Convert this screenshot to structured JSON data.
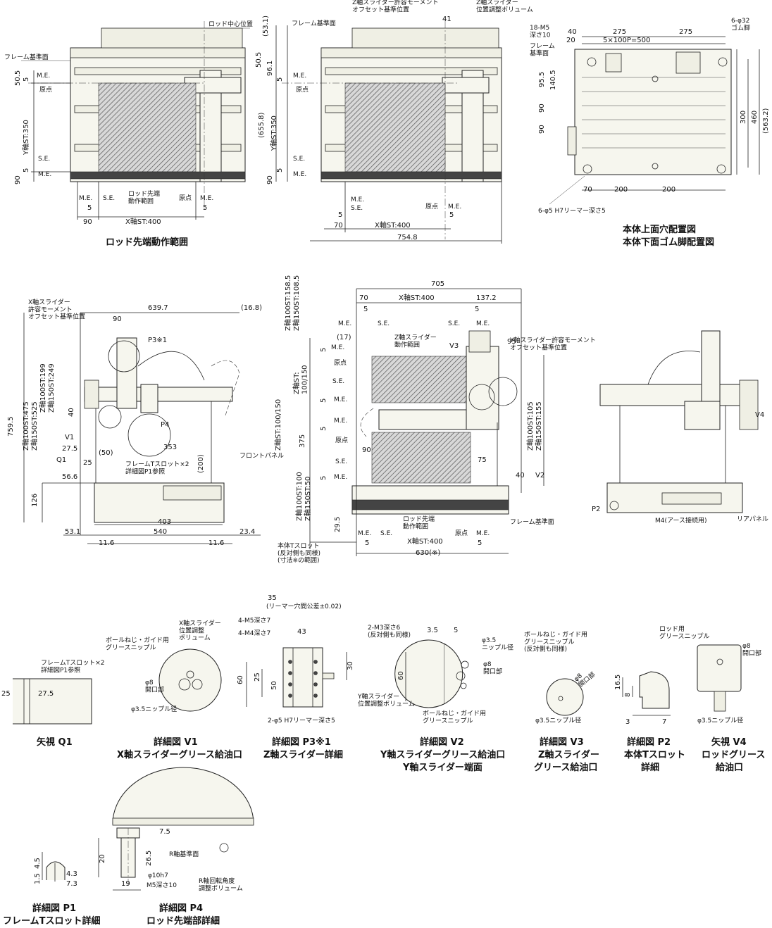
{
  "views": {
    "top_left": {
      "caption": "ロッド先端動作範囲",
      "labels": {
        "frame_ref": "フレーム基準面",
        "rod_center": "ロッド中心位置",
        "me_top": "M.E.",
        "origin_top": "原点",
        "se_bottom": "S.E.",
        "me_bottom": "M.E.",
        "y_stroke": "Y軸ST:350",
        "rod_range": "ロッド先端\n動作範囲",
        "me_x_left": "M.E.",
        "se_x": "S.E.",
        "origin_x": "原点",
        "me_x_right": "M.E.",
        "x_stroke": "X軸ST:400"
      },
      "dims": {
        "d50_5": "50.5",
        "d5a": "5",
        "d5b": "5",
        "d90": "90",
        "d5c": "5",
        "d5d": "5",
        "d90x": "90"
      }
    },
    "top_mid": {
      "labels": {
        "z_moment": "Z軸スライダー許容モーメント\nオフセット基準位置",
        "z_volume": "Z軸スライダー\n位置調整ボリューム",
        "frame_ref": "フレーム基準面",
        "me_top": "M.E.",
        "origin_top": "原点",
        "se_bottom": "S.E.",
        "me_bottom": "M.E.",
        "y_stroke": "Y軸ST:350",
        "me_x": "M.E.",
        "se_x": "S.E.",
        "origin_x": "原点",
        "me_x_right": "M.E.",
        "x_stroke": "X軸ST:400"
      },
      "dims": {
        "d53_1": "(53.1)",
        "d41": "41",
        "d50_5": "50.5",
        "d96_1": "96.1",
        "d5": "5",
        "d655_8": "(655.8)",
        "d5b": "5",
        "d90": "90",
        "d5c": "5",
        "d70": "70",
        "d5d": "5",
        "d754_8": "754.8"
      }
    },
    "top_right": {
      "caption_1": "本体上面穴配置図",
      "caption_2": "本体下面ゴム脚配置図",
      "labels": {
        "m5": "18-M5\n深さ10",
        "feet": "6-φ32\nゴム脚",
        "frame_ref": "フレーム\n基準面",
        "reamer": "6-φ5 H7リーマー深さ5"
      },
      "dims": {
        "d40": "40",
        "d275a": "275",
        "d275b": "275",
        "d20": "20",
        "pitch": "5×100P=500",
        "d95_5": "95.5",
        "d140_5": "140.5",
        "d90a": "90",
        "d90b": "90",
        "d300": "300",
        "d460": "460",
        "d563_2": "(563.2)",
        "d70": "70",
        "d200a": "200",
        "d200b": "200"
      }
    },
    "front": {
      "labels": {
        "x_moment": "X軸スライダー\n許容モーメント\nオフセット基準位置",
        "p3": "P3※1",
        "p4": "P4",
        "v1": "V1",
        "q1": "Q1",
        "z100": "Z軸100ST:475",
        "z150": "Z軸150ST:525",
        "z100b": "Z軸100ST:199",
        "z150b": "Z軸150ST:249",
        "tslot": "フレームTスロット×2\n詳細図P1参照",
        "front_panel": "フロントパネル"
      },
      "dims": {
        "d639_7": "639.7",
        "d16_8": "(16.8)",
        "d90": "90",
        "d759_5": "759.5",
        "d40": "40",
        "d27_5": "27.5",
        "d50": "(50)",
        "d353": "353",
        "d25": "25",
        "d200": "(200)",
        "d56_6": "56.6",
        "d126": "126",
        "d403": "403",
        "d53_1": "53.1",
        "d540": "540",
        "d23_4": "23.4",
        "d11_6a": "11.6",
        "d11_6b": "11.6"
      }
    },
    "side": {
      "labels": {
        "z100": "Z軸100ST:158.5",
        "z150": "Z軸150ST:108.5",
        "x_stroke": "X軸ST:400",
        "me1": "M.E.",
        "se1": "S.E.",
        "me2": "M.E.",
        "se2": "S.E.",
        "z_range": "Z軸スライダー\n動作範囲",
        "v3": "V3",
        "y_moment": "Y軸スライダー許容モーメント\nオフセット基準位置",
        "me3": "M.E.",
        "origin3": "原点",
        "z_st": "Z軸ST:\n100/150",
        "se3": "S.E.",
        "me4": "M.E.",
        "z_st2": "Z軸ST:100/150",
        "me5": "M.E.",
        "origin5": "原点",
        "z100c": "Z軸100ST:105",
        "z150c": "Z軸150ST:155",
        "se5": "S.E.",
        "me6": "M.E.",
        "v2": "V2",
        "z100d": "Z軸100ST:100",
        "z150d": "Z軸150ST:50",
        "rod_range": "ロッド先端\n動作範囲",
        "frame_ref": "フレーム基準面",
        "body_tslot": "本体Tスロット\n(反対側も同様)\n(寸法※の範囲)",
        "me7": "M.E.",
        "se7": "S.E.",
        "origin7": "原点",
        "me8": "M.E.",
        "x_stroke2": "X軸ST:400"
      },
      "dims": {
        "d705": "705",
        "d70": "70",
        "d137_2": "137.2",
        "d5a": "5",
        "d5b": "5",
        "d17": "(17)",
        "d95": "95",
        "d5c": "5",
        "d5d": "5",
        "d375": "375",
        "d5e": "5",
        "d90": "90",
        "d75": "75",
        "d40": "40",
        "d5f": "5",
        "d29_5": "29.5",
        "d5g": "5",
        "d5h": "5",
        "d630": "630(※)"
      }
    },
    "rear": {
      "labels": {
        "v4": "V4",
        "p2": "P2",
        "m4": "M4(アース接続用)",
        "rear_panel": "リアパネル"
      }
    }
  },
  "details": {
    "q1": {
      "caption_1": "矢視 Q1",
      "caption_2": "",
      "labels": {
        "tslot": "フレームTスロット×2\n詳細図P1参照"
      },
      "dims": {
        "d25": "25",
        "d27_5": "27.5"
      }
    },
    "v1": {
      "caption_1": "詳細図 V1",
      "caption_2": "X軸スライダーグリース給油口",
      "labels": {
        "volume": "X軸スライダー\n位置調整\nボリューム",
        "nipple": "ボールねじ・ガイド用\nグリースニップル",
        "open8": "φ8\n開口部",
        "nip35": "φ3.5ニップル径"
      }
    },
    "p3": {
      "caption_1": "詳細図 P3※1",
      "caption_2": "Z軸スライダー詳細",
      "labels": {
        "m5": "4-M5深さ7",
        "m4": "4-M4深さ7",
        "reamer": "2-φ5 H7リーマー深さ5",
        "tol": "(リーマー穴間公差±0.02)"
      },
      "dims": {
        "d35": "35",
        "d43": "43",
        "d60": "60",
        "d25": "25",
        "d50": "50",
        "d30": "30"
      }
    },
    "v2": {
      "caption_1": "詳細図 V2",
      "caption_2": "Y軸スライダーグリース給油口",
      "caption_3": "Y軸スライダー端面",
      "labels": {
        "m3": "2-M3深さ6\n(反対側も同様)",
        "nip35": "φ3.5\nニップル径",
        "open8": "φ8\n開口部",
        "volume": "Y軸スライダー\n位置調整ボリューム",
        "nipple": "ボールねじ・ガイド用\nグリースニップル"
      },
      "dims": {
        "d3_5": "3.5",
        "d5": "5",
        "d60": "60"
      }
    },
    "v3": {
      "caption_1": "詳細図 V3",
      "caption_2": "Z軸スライダー",
      "caption_3": "グリース給油口",
      "labels": {
        "nipple": "ボールねじ・ガイド用\nグリースニップル\n(反対側も同様)",
        "open8": "φ8\n開口部",
        "nip35": "φ3.5ニップル径"
      }
    },
    "p2": {
      "caption_1": "詳細図 P2",
      "caption_2": "本体Tスロット",
      "caption_3": "詳細",
      "dims": {
        "d16_5": "16.5",
        "d8": "8",
        "d3": "3",
        "d7": "7"
      }
    },
    "v4": {
      "caption_1": "矢視 V4",
      "caption_2": "ロッドグリース",
      "caption_3": "給油口",
      "labels": {
        "nipple": "ロッド用\nグリースニップル",
        "open8": "φ8\n開口部",
        "nip35": "φ3.5ニップル径"
      }
    },
    "p1": {
      "caption_1": "詳細図 P1",
      "caption_2": "フレームTスロット詳細",
      "dims": {
        "d4_5": "4.5",
        "d1_5": "1.5",
        "d4_3": "4.3",
        "d7_3": "7.3"
      }
    },
    "p4": {
      "caption_1": "詳細図 P4",
      "caption_2": "ロッド先端部詳細",
      "labels": {
        "r_ref": "R軸基準面",
        "shaft": "φ10h7",
        "m5": "M5深さ10",
        "r_vol": "R軸回転角度\n調整ボリューム"
      },
      "dims": {
        "d7_5": "7.5",
        "d20": "20",
        "d26_5": "26.5",
        "d19": "19"
      }
    }
  }
}
